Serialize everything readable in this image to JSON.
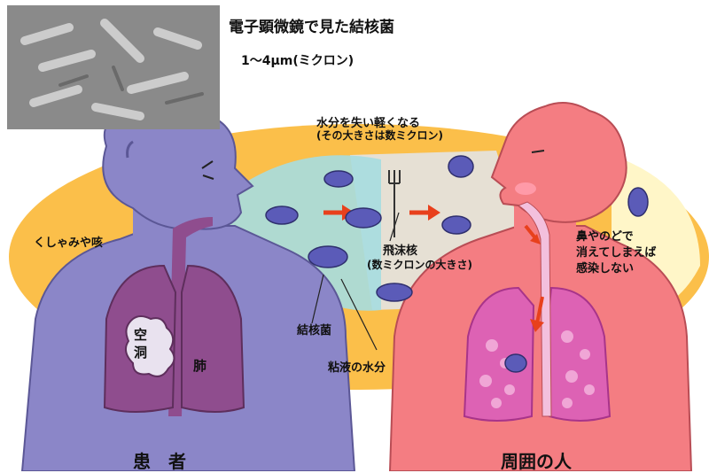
{
  "photo_caption": "電子顕微鏡で見た結核菌",
  "photo_size": "1〜4μm(ミクロン)",
  "evaporation": "水分を失い軽くなる",
  "evaporation_sub": "(その大きさは数ミクロン)",
  "sneeze": "くしゃみや咳",
  "droplet_nucleus": "飛沫核",
  "droplet_nucleus_sub": "(数ミクロンの大きさ)",
  "tb_bacteria": "結核菌",
  "mucus": "粘液の水分",
  "cavity": "空洞",
  "lung": "肺",
  "no_infection_1": "鼻やのどで",
  "no_infection_2": "消えてしまえば",
  "no_infection_3": "感染しない",
  "patient": "患　者",
  "surrounding": "周囲の人",
  "colors": {
    "patient_body": "#8b86c8",
    "patient_lung": "#8f4d8e",
    "person_body": "#f47d82",
    "person_lung": "#dd62b4",
    "background_oval": "#fbbf4a",
    "spray": "#a6dde0",
    "arrow": "#e8401c"
  }
}
